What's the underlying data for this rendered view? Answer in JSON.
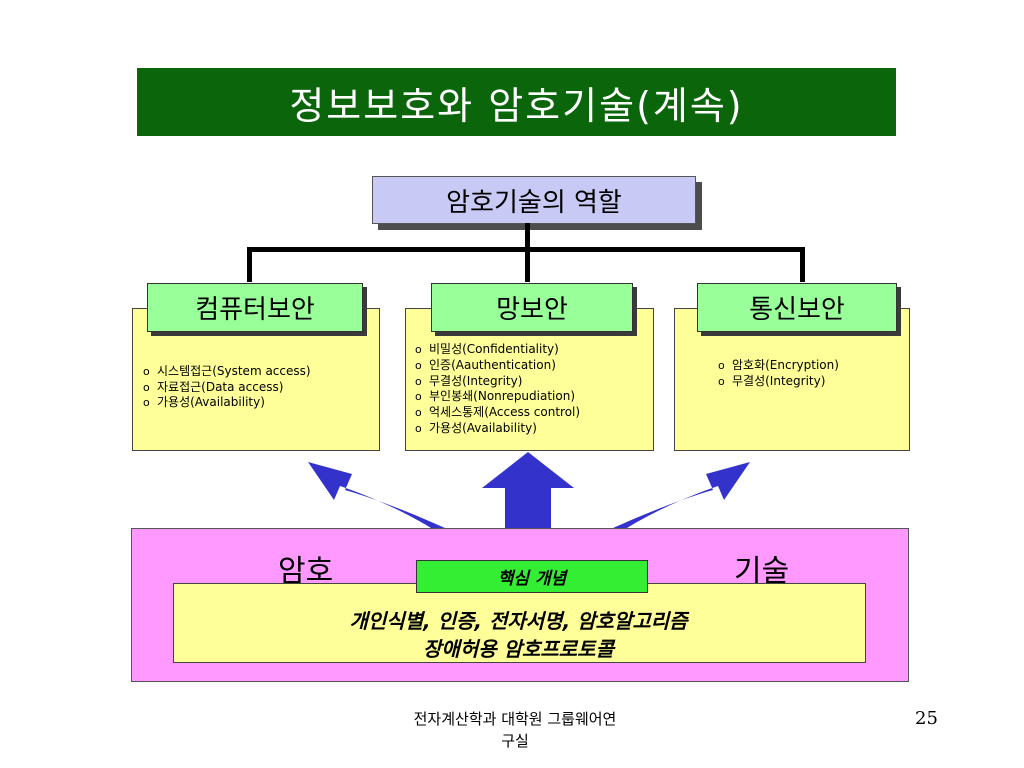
{
  "slide": {
    "title": "정보보호와 암호기술(계속)",
    "root_label": "암호기술의 역할",
    "branches": [
      {
        "label": "컴퓨터보안",
        "items": [
          "시스템접근(System access)",
          "자료접근(Data access)",
          "가용성(Availability)"
        ]
      },
      {
        "label": "망보안",
        "items": [
          "비밀성(Confidentiality)",
          "인증(Aauthentication)",
          "무결성(Integrity)",
          "부인봉쇄(Nonrepudiation)",
          "억세스통제(Access control)",
          "가용성(Availability)"
        ]
      },
      {
        "label": "통신보안",
        "items": [
          "암호화(Encryption)",
          "무결성(Integrity)"
        ]
      }
    ],
    "base": {
      "left_word": "암호",
      "right_word": "기술",
      "core_label": "핵심 개념",
      "core_line_1": "개인식별, 인증, 전자서명, 암호알고리즘",
      "core_line_2": "장애허용 암호프로토콜"
    },
    "footer": {
      "line_1": "전자계산학과 대학원 그룹웨어연",
      "line_2": "구실",
      "page_number": "25"
    },
    "colors": {
      "title_bg": "#0b650b",
      "root_bg": "#c9c9f5",
      "branch_tab_bg": "#99ff99",
      "card_bg": "#ffff99",
      "base_bg": "#ff99ff",
      "core_label_bg": "#33ee33",
      "arrow": "#3333cc"
    }
  }
}
